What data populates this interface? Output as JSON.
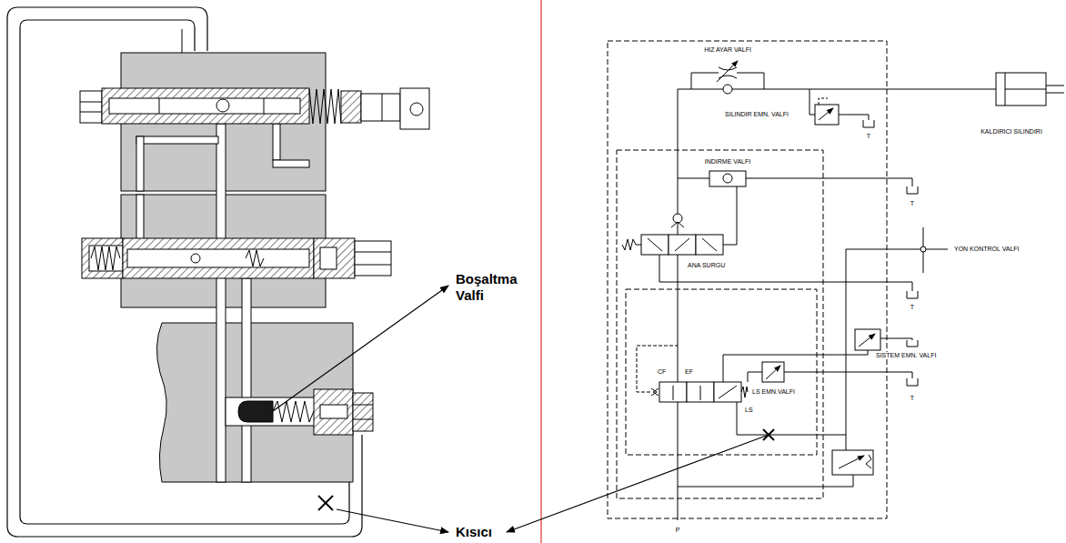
{
  "diagram": {
    "labels": [
      "HIZ AYAR VALFI",
      "SILINDIR EMN. VALFI",
      "KALDIRICI SILINDIRI",
      "T",
      "INDIRME VALFI",
      "T",
      "YON KONTROL VALFI",
      "ANA SURGU",
      "T",
      "Boşaltma Valfi",
      "SISTEM EMN. VALFI",
      "CF",
      "EF",
      "LS EMN.VALFI",
      "T",
      "LS",
      "Kısıcı",
      "P"
    ]
  }
}
